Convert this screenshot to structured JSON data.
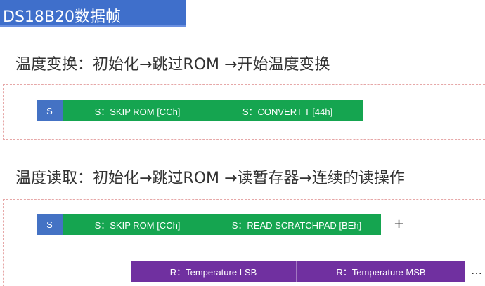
{
  "title": "DS18B20数据帧",
  "section1": {
    "heading": "温度变换：初始化→跳过ROM →开始温度变换",
    "frame": [
      "S",
      "S：SKIP ROM [CCh]",
      "S：CONVERT T [44h]"
    ]
  },
  "section2": {
    "heading": "温度读取：初始化→跳过ROM →读暂存器→连续的读操作",
    "frame": [
      "S",
      "S：SKIP ROM [CCh]",
      "S：READ SCRATCHPAD [BEh]"
    ],
    "plus": "+",
    "read_frame": [
      "R：Temperature LSB",
      "R：Temperature MSB"
    ],
    "ellipsis": "…"
  },
  "colors": {
    "title_bar": "#3f6fcb",
    "start_cell": "#4472c4",
    "write_cell": "#15a550",
    "read_cell": "#7030a0",
    "dashed_border": "#e6a7a7"
  }
}
